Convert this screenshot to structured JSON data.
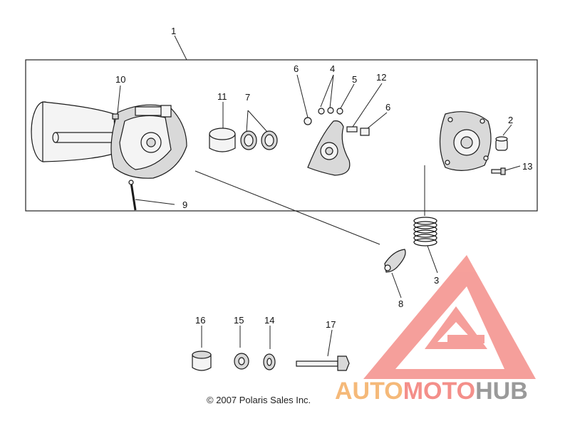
{
  "callouts": {
    "c1": "1",
    "c2": "2",
    "c3": "3",
    "c4": "4",
    "c5": "5",
    "c6a": "6",
    "c6b": "6",
    "c7": "7",
    "c8": "8",
    "c9": "9",
    "c10": "10",
    "c11": "11",
    "c12": "12",
    "c13": "13",
    "c14": "14",
    "c15": "15",
    "c16": "16",
    "c17": "17"
  },
  "copyright": "© 2007 Polaris Sales Inc.",
  "watermark": {
    "part1": "AUTO",
    "part2": "MOTO",
    "part3": "HUB",
    "colors": {
      "auto": "#f5b979",
      "moto": "#f48f8a",
      "hub": "#9a9a9a",
      "triangle": "#f48f8a"
    }
  }
}
